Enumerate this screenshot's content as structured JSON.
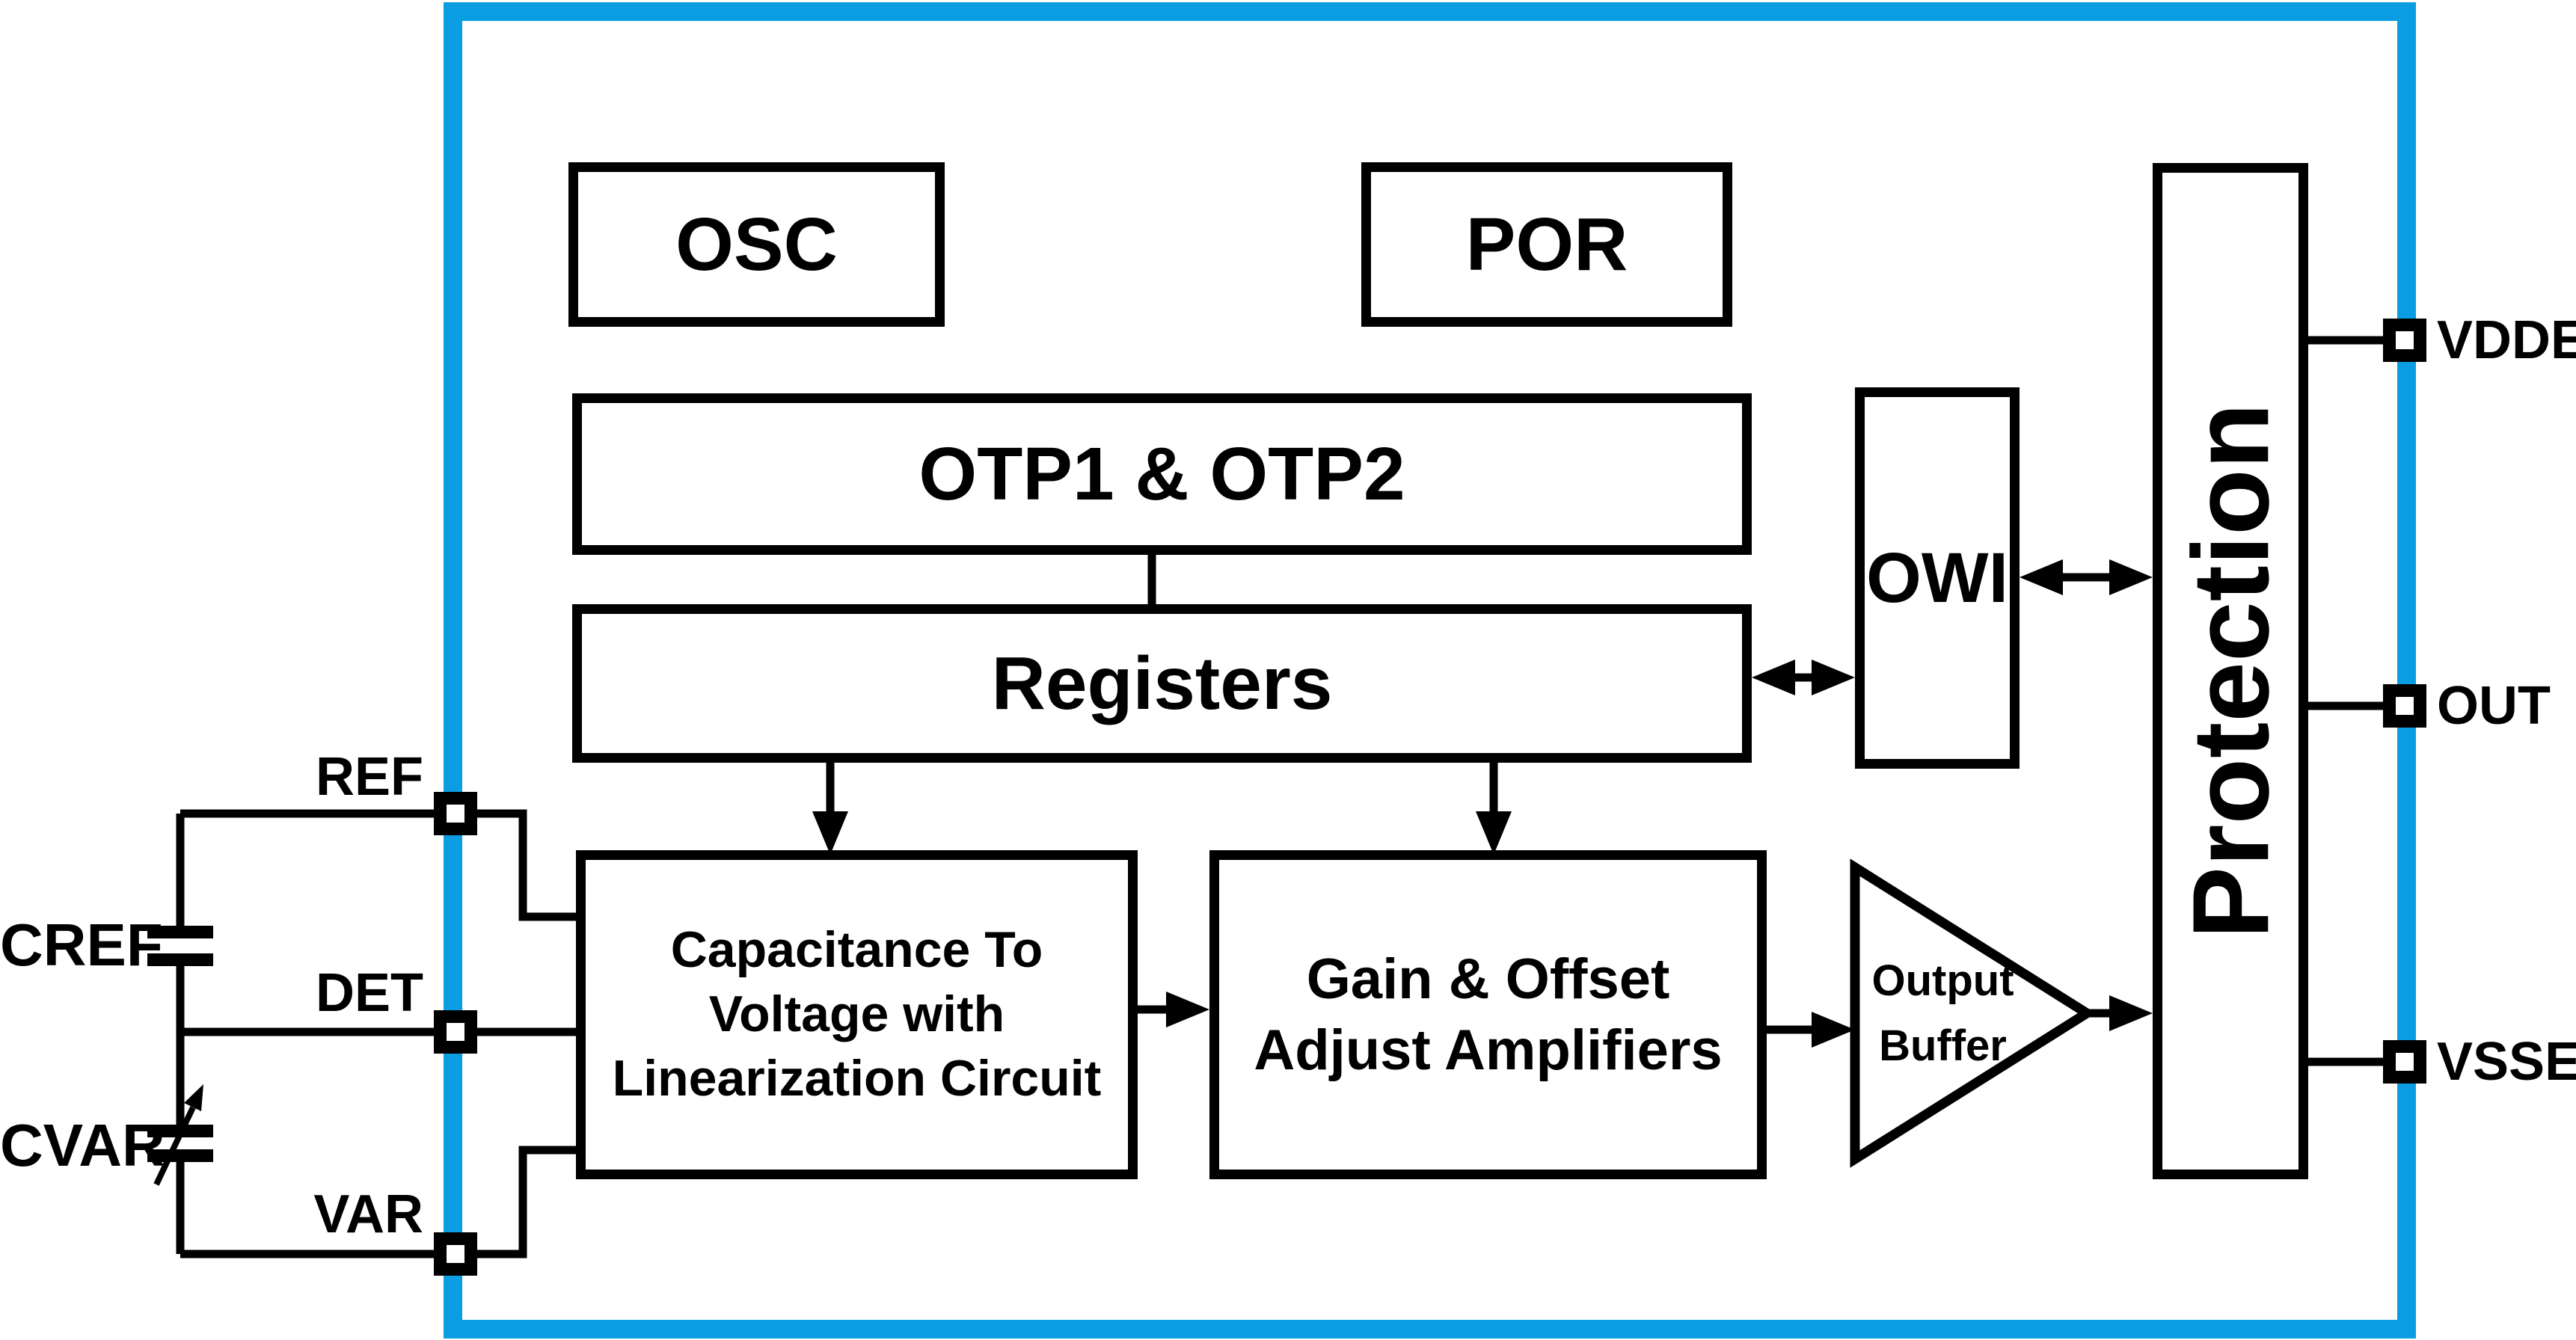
{
  "diagram": {
    "type": "ic-block-diagram",
    "colors": {
      "chip_border": "#0B9DE2",
      "ink": "#000000",
      "background": "#FFFFFF"
    },
    "blocks": {
      "osc": {
        "label": "OSC"
      },
      "por": {
        "label": "POR"
      },
      "otp": {
        "label": "OTP1 & OTP2"
      },
      "registers": {
        "label": "Registers"
      },
      "owi": {
        "label": "OWI"
      },
      "protection": {
        "label": "Protection"
      },
      "ctv": {
        "line1": "Capacitance To",
        "line2": "Voltage with",
        "line3": "Linearization Circuit"
      },
      "gain": {
        "line1": "Gain & Offset",
        "line2": "Adjust Amplifiers"
      },
      "buffer": {
        "line1": "Output",
        "line2": "Buffer"
      }
    },
    "pins": {
      "ref": {
        "label": "REF"
      },
      "det": {
        "label": "DET"
      },
      "var": {
        "label": "VAR"
      },
      "vdde": {
        "label": "VDDE"
      },
      "out": {
        "label": "OUT"
      },
      "vsse": {
        "label": "VSSE"
      }
    },
    "external_components": {
      "cref": {
        "label": "CREF",
        "kind": "fixed-capacitor"
      },
      "cvar": {
        "label": "CVAR",
        "kind": "variable-capacitor"
      }
    },
    "connections": [
      "OTP1 & OTP2 - Registers",
      "Registers -> Capacitance To Voltage with Linearization Circuit",
      "Registers -> Gain & Offset Adjust Amplifiers",
      "Registers <-> OWI",
      "OWI <-> Protection",
      "Capacitance To Voltage -> Gain & Offset Adjust Amplifiers",
      "Gain & Offset Adjust Amplifiers -> Output Buffer",
      "Output Buffer -> Protection",
      "Protection - VDDE",
      "Protection - OUT",
      "Protection - VSSE",
      "REF/DET/VAR - Capacitance To Voltage"
    ]
  }
}
